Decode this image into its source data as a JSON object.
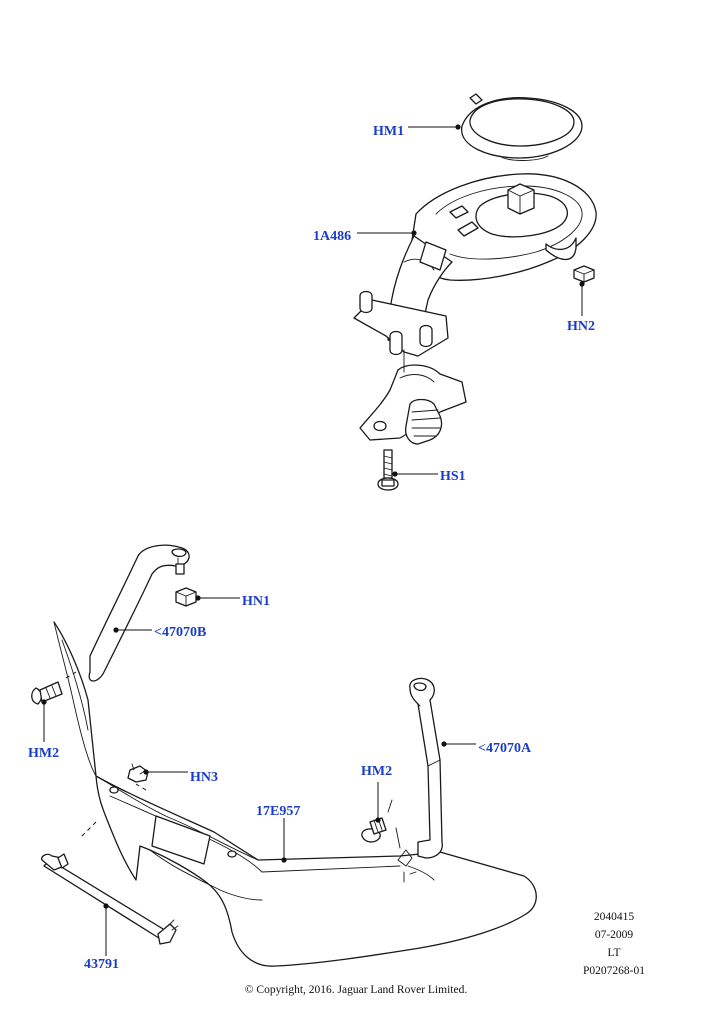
{
  "callouts": {
    "hm1": "HM1",
    "a1486": "1A486",
    "hn2": "HN2",
    "hs1": "HS1",
    "hn1": "HN1",
    "c47070b": "<47070B",
    "hm2_left": "HM2",
    "hn3": "HN3",
    "e17957": "17E957",
    "hm2_right": "HM2",
    "c47070a": "<47070A",
    "n43791": "43791"
  },
  "reference": {
    "number": "2040415",
    "date": "07-2009",
    "code": "LT",
    "illustration": "P0207268-01"
  },
  "copyright": "© Copyright, 2016. Jaguar Land Rover Limited.",
  "colors": {
    "callout_text": "#1a3cc8",
    "line_art": "#1a1a1a",
    "background": "#ffffff"
  }
}
